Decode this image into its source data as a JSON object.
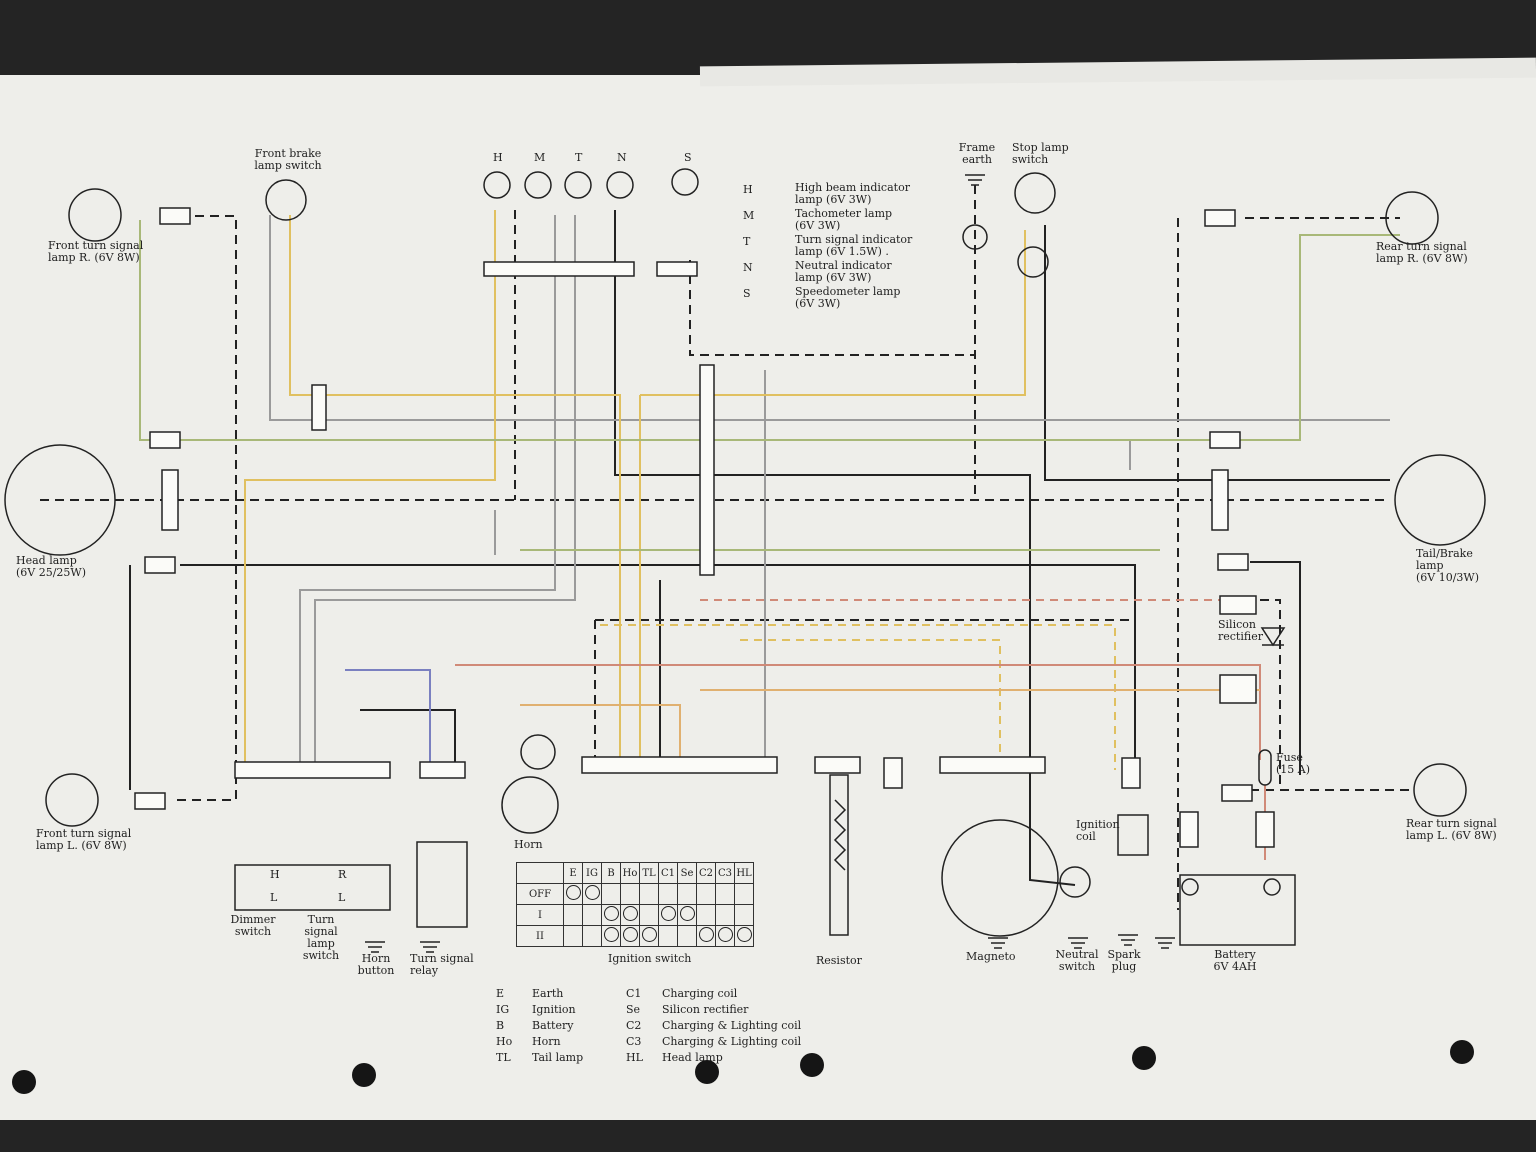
{
  "indicators": {
    "letters": [
      "H",
      "M",
      "T",
      "N",
      "S"
    ],
    "legend": [
      {
        "code": "H",
        "desc": "High beam indicator\nlamp (6V 3W)"
      },
      {
        "code": "M",
        "desc": "Tachometer lamp\n(6V 3W)"
      },
      {
        "code": "T",
        "desc": "Turn signal indicator\nlamp (6V 1.5W) ."
      },
      {
        "code": "N",
        "desc": "Neutral indicator\nlamp (6V 3W)"
      },
      {
        "code": "S",
        "desc": "Speedometer lamp\n(6V 3W)"
      }
    ]
  },
  "labels": {
    "front_brake": "Front brake\nlamp switch",
    "front_turn_r": "Front turn signal\nlamp  R. (6V 8W)",
    "head_lamp": "Head lamp\n(6V 25/25W)",
    "front_turn_l": "Front turn signal\nlamp  L. (6V 8W)",
    "frame_earth": "Frame\nearth",
    "stop_lamp": "Stop lamp\nswitch",
    "rear_turn_r": "Rear turn signal\nlamp  R. (6V 8W)",
    "tail_brake": "Tail/Brake\nlamp\n(6V 10/3W)",
    "silicon_rectifier": "Silicon\nrectifier",
    "fuse": "Fuse\n(15 A)",
    "rear_turn_l": "Rear turn signal\nlamp  L. (6V 8W)",
    "dimmer": "Dimmer\nswitch",
    "turn_switch": "Turn\nsignal\nlamp\nswitch",
    "horn_button": "Horn\nbutton",
    "turn_relay": "Turn signal\nrelay",
    "horn": "Horn",
    "ignition_switch": "Ignition switch",
    "resistor": "Resistor",
    "magneto": "Magneto",
    "ignition_coil": "Ignition\ncoil",
    "neutral_switch": "Neutral\nswitch",
    "spark_plug": "Spark\nplug",
    "battery": "Battery\n6V 4AH",
    "dimmer_h": "H",
    "dimmer_l": "L",
    "turn_r": "R",
    "turn_l": "L"
  },
  "ignition_table": {
    "columns": [
      "E",
      "IG",
      "B",
      "Ho",
      "TL",
      "C1",
      "Se",
      "C2",
      "C3",
      "HL"
    ],
    "rows": [
      {
        "label": "OFF",
        "dots": [
          true,
          true,
          false,
          false,
          false,
          false,
          false,
          false,
          false,
          false
        ]
      },
      {
        "label": "I",
        "dots": [
          false,
          false,
          true,
          true,
          false,
          true,
          true,
          false,
          false,
          false
        ]
      },
      {
        "label": "II",
        "dots": [
          false,
          false,
          true,
          true,
          true,
          false,
          false,
          true,
          true,
          true
        ]
      }
    ]
  },
  "legend": {
    "left": [
      {
        "code": "E",
        "desc": "Earth"
      },
      {
        "code": "IG",
        "desc": "Ignition"
      },
      {
        "code": "B",
        "desc": "Battery"
      },
      {
        "code": "Ho",
        "desc": "Horn"
      },
      {
        "code": "TL",
        "desc": "Tail lamp"
      }
    ],
    "right": [
      {
        "code": "C1",
        "desc": "Charging coil"
      },
      {
        "code": "Se",
        "desc": "Silicon rectifier"
      },
      {
        "code": "C2",
        "desc": "Charging & Lighting coil"
      },
      {
        "code": "C3",
        "desc": "Charging & Lighting coil"
      },
      {
        "code": "HL",
        "desc": "Head lamp"
      }
    ]
  },
  "colors": {
    "paper": "#eeeeea",
    "background": "#242424",
    "black_wire": "#222222",
    "yellow_wire": "#e8d46a",
    "orange_wire": "#e0b070",
    "grey_wire": "#9a9a9a",
    "green_wire": "#a8b878",
    "red_wire": "#d08a78",
    "blue_wire": "#7a80c0"
  }
}
